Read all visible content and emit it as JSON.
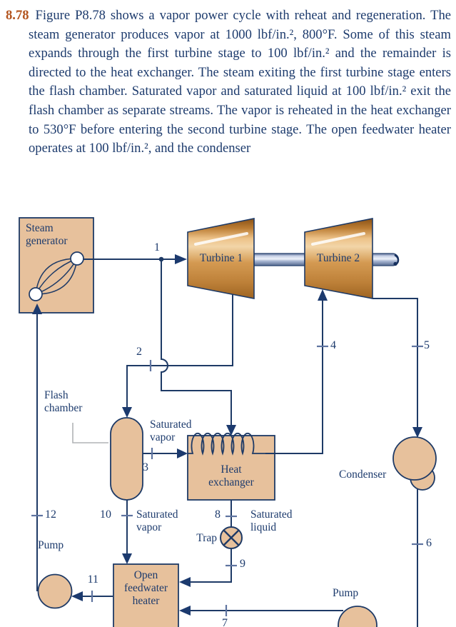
{
  "problem": {
    "number": "8.78",
    "text": "Figure P8.78 shows a vapor power cycle with reheat and regeneration. The steam generator produces vapor at 1000 lbf/in.², 800°F. Some of this steam expands through the first turbine stage to 100 lbf/in.² and the remainder is directed to the heat exchanger. The steam exiting the first turbine stage enters the flash chamber. Saturated vapor and saturated liquid at 100 lbf/in.² exit the flash chamber as separate streams. The vapor is reheated in the heat exchanger to 530°F before entering the second turbine stage. The open feedwater heater operates at 100 lbf/in.², and the condenser"
  },
  "figure": {
    "components": {
      "steam_generator": "Steam generator",
      "turbine_1": "Turbine 1",
      "turbine_2": "Turbine 2",
      "flash_chamber": "Flash chamber",
      "heat_exchanger": "Heat exchanger",
      "condenser": "Condenser",
      "open_feedwater_heater": "Open feedwater heater",
      "pump_left": "Pump",
      "pump_right": "Pump",
      "trap": "Trap"
    },
    "stream_labels": {
      "flash_vapor_outlet": "Saturated vapor",
      "flash_bottom_outlet": "Saturated vapor",
      "hx_condensate_outlet": "Saturated liquid"
    },
    "state_points": [
      "1",
      "2",
      "3",
      "4",
      "5",
      "6",
      "7",
      "8",
      "9",
      "10",
      "11",
      "12"
    ]
  },
  "palette": {
    "problem_number": "#b3541e",
    "body_text": "#1d3b6d",
    "diagram_line": "#1e3a66",
    "component_fill": "#e7c19c",
    "turbine_copper": "#c98e44",
    "shaft_steel": "#b9c4dd",
    "tick_mark": "#5f74a0",
    "leader_line": "#b0b3b6"
  }
}
